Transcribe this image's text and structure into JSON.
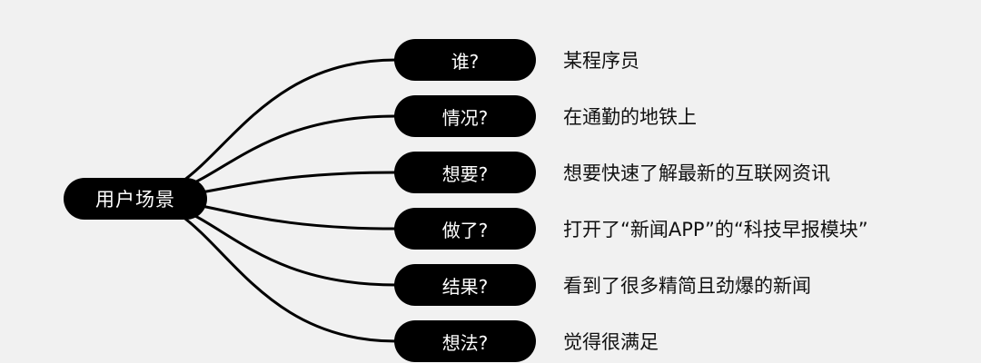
{
  "mindmap": {
    "root": "用户场景",
    "branches": [
      {
        "question": "谁?",
        "answer": "某程序员"
      },
      {
        "question": "情况?",
        "answer": "在通勤的地铁上"
      },
      {
        "question": "想要?",
        "answer": "想要快速了解最新的互联网资讯"
      },
      {
        "question": "做了?",
        "answer": "打开了“新闻APP”的“科技早报模块”"
      },
      {
        "question": "结果?",
        "answer": "看到了很多精简且劲爆的新闻"
      },
      {
        "question": "想法?",
        "answer": "觉得很满足"
      }
    ]
  },
  "colors": {
    "background": "#f1f1f1",
    "node_fill": "#000000",
    "node_text": "#ffffff",
    "answer_text": "#111111",
    "connector": "#000000"
  }
}
